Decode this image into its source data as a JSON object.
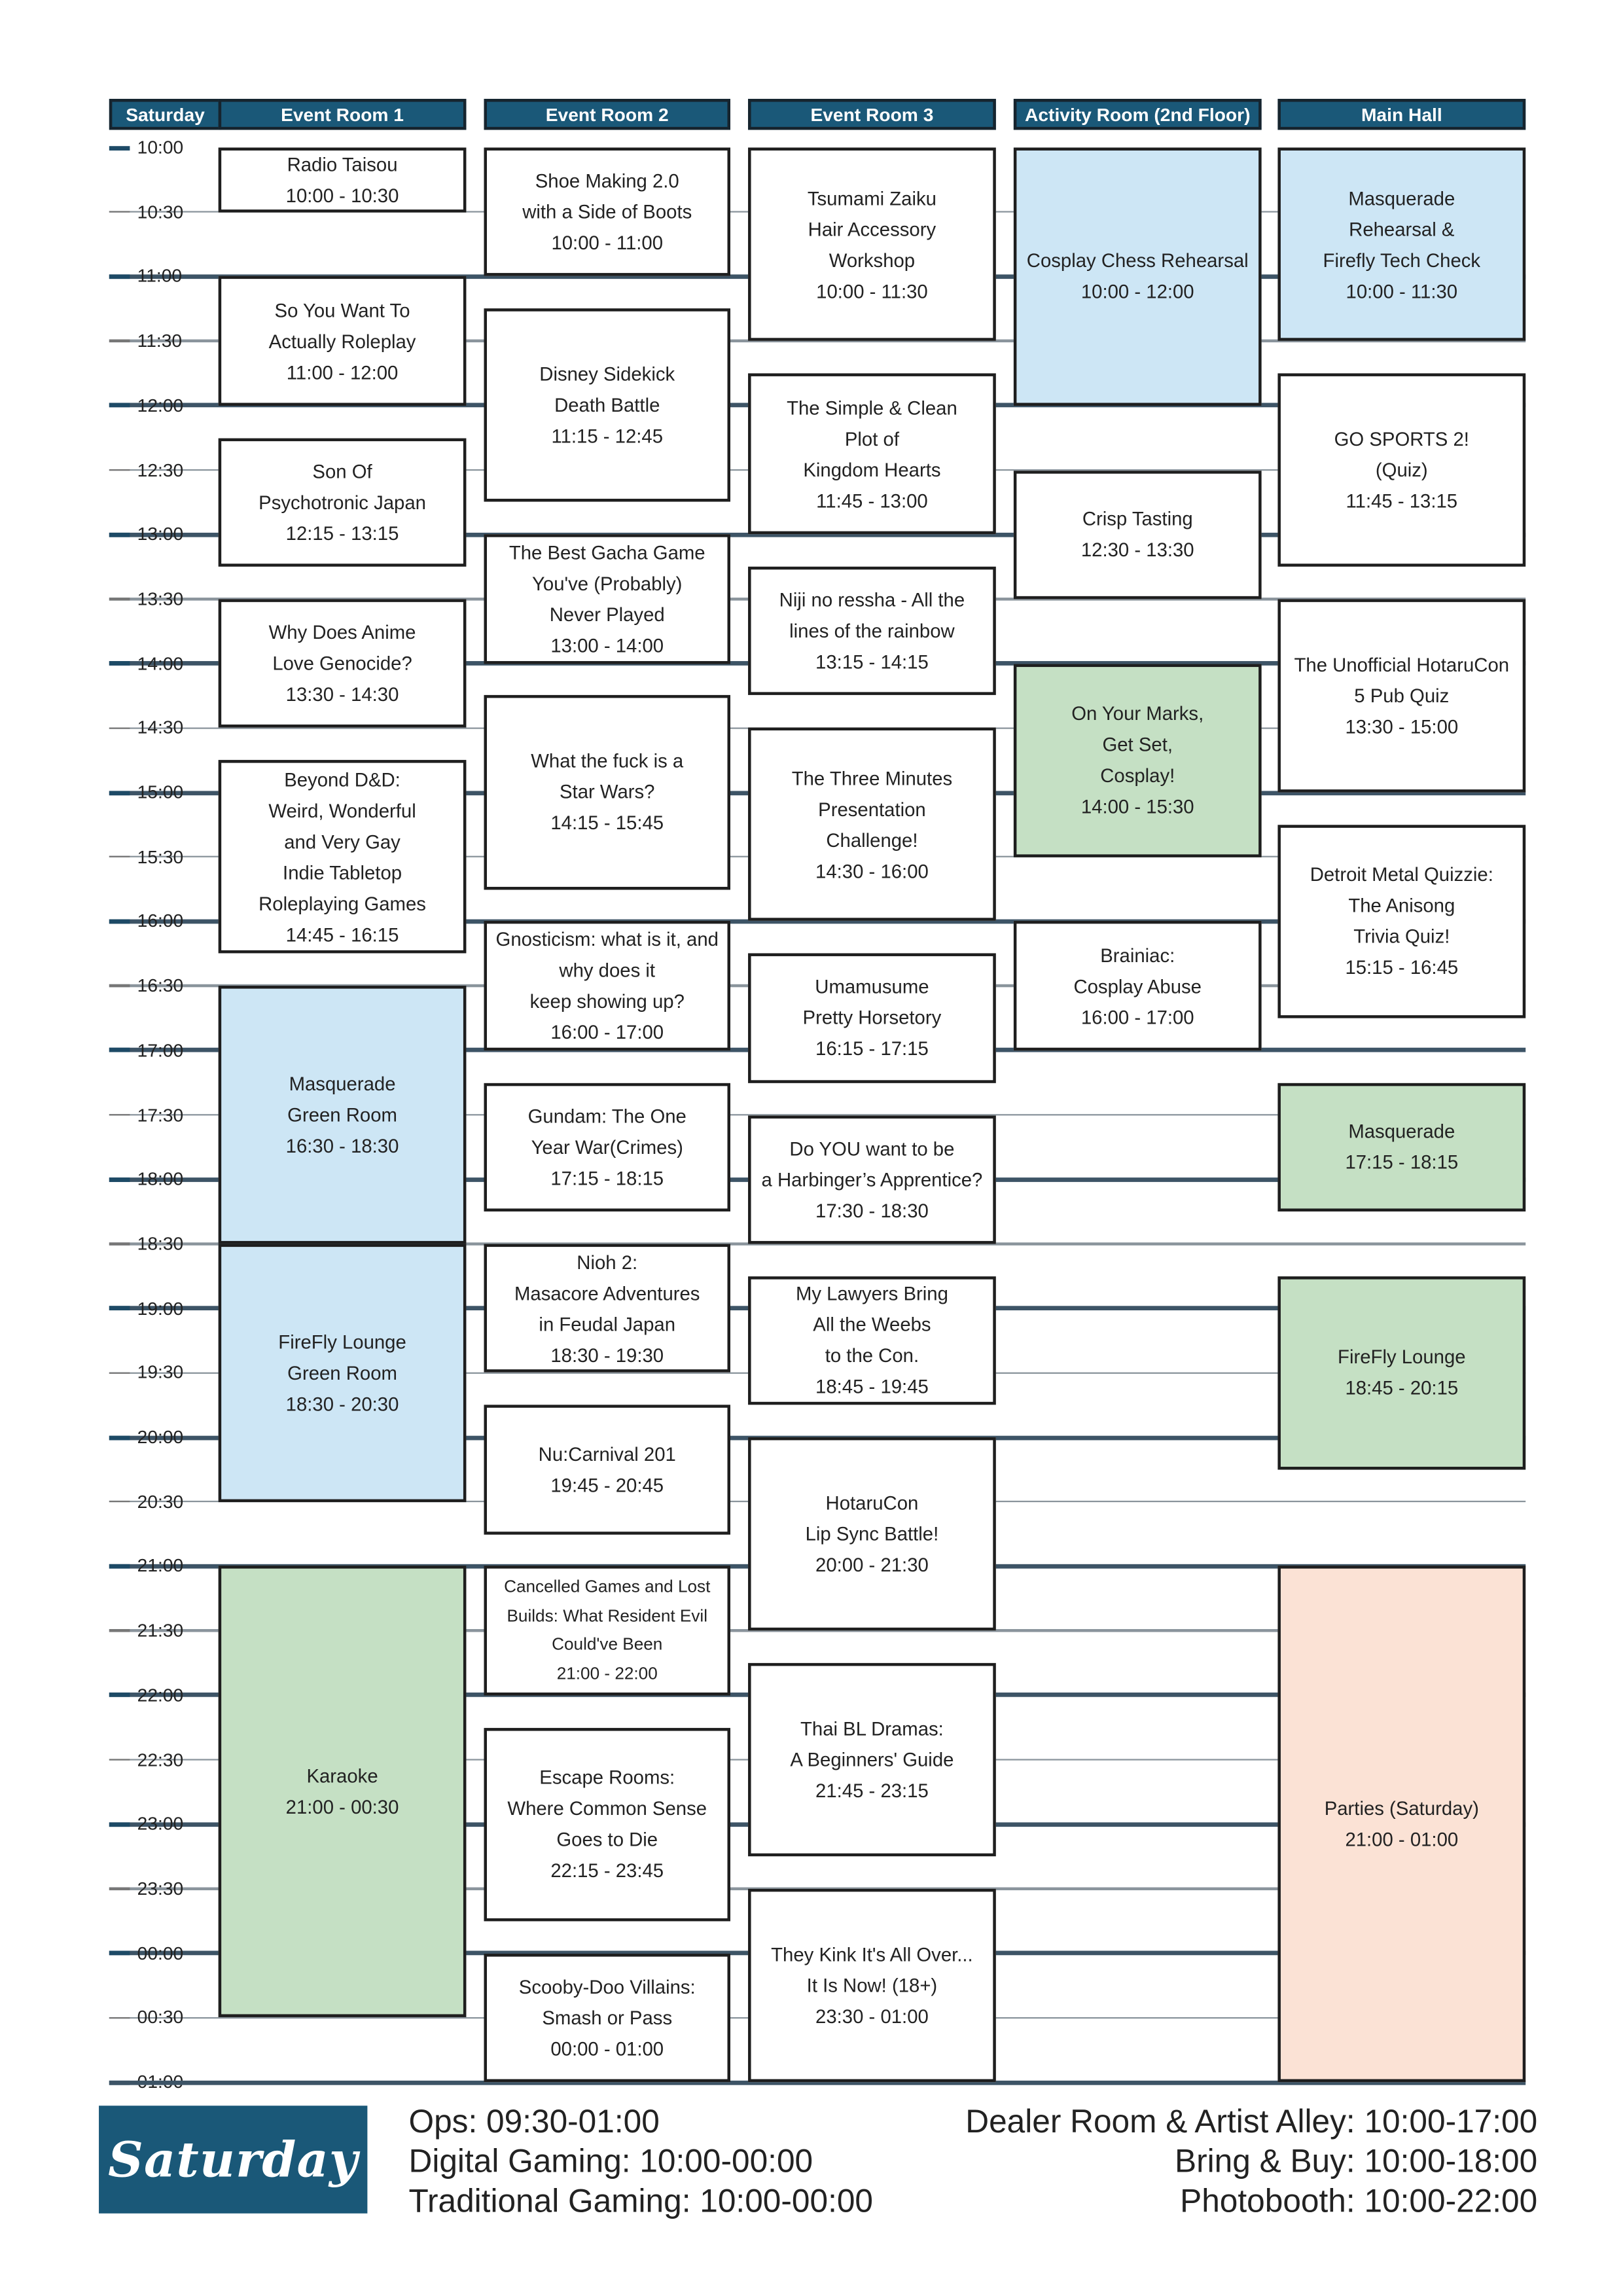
{
  "day_label": "Saturday",
  "rooms": [
    "Event Room 1",
    "Event Room 2",
    "Event Room 3",
    "Activity Room (2nd Floor)",
    "Main Hall"
  ],
  "times": [
    "10:00",
    "10:30",
    "11:00",
    "11:30",
    "12:00",
    "12:30",
    "13:00",
    "13:30",
    "14:00",
    "14:30",
    "15:00",
    "15:30",
    "16:00",
    "16:30",
    "17:00",
    "17:30",
    "18:00",
    "18:30",
    "19:00",
    "19:30",
    "20:00",
    "20:30",
    "21:00",
    "21:30",
    "22:00",
    "22:30",
    "23:00",
    "23:30",
    "00:00",
    "00:30",
    "01:00"
  ],
  "events": [
    {
      "room": 0,
      "start": "10:00",
      "end": "10:30",
      "lines": [
        "Radio Taisou",
        "10:00 - 10:30"
      ]
    },
    {
      "room": 0,
      "start": "11:00",
      "end": "12:00",
      "lines": [
        "So You Want To",
        "Actually Roleplay",
        "11:00 - 12:00"
      ]
    },
    {
      "room": 0,
      "start": "12:15",
      "end": "13:15",
      "lines": [
        "Son Of",
        "Psychotronic Japan",
        "12:15 - 13:15"
      ]
    },
    {
      "room": 0,
      "start": "13:30",
      "end": "14:30",
      "lines": [
        "Why Does Anime",
        "Love Genocide?",
        "13:30 - 14:30"
      ]
    },
    {
      "room": 0,
      "start": "14:45",
      "end": "16:15",
      "lines": [
        "Beyond D&D:",
        "Weird, Wonderful",
        "and Very Gay",
        "Indie Tabletop",
        "Roleplaying Games",
        "14:45 - 16:15"
      ]
    },
    {
      "room": 0,
      "start": "16:30",
      "end": "18:30",
      "color": "blue",
      "lines": [
        "Masquerade",
        "Green Room",
        "16:30 - 18:30"
      ]
    },
    {
      "room": 0,
      "start": "18:30",
      "end": "20:30",
      "color": "blue",
      "lines": [
        "FireFly Lounge",
        "Green Room",
        "18:30 - 20:30"
      ]
    },
    {
      "room": 0,
      "start": "21:00",
      "end": "00:30",
      "color": "green",
      "lines": [
        "Karaoke",
        "21:00 - 00:30"
      ]
    },
    {
      "room": 1,
      "start": "10:00",
      "end": "11:00",
      "lines": [
        "Shoe Making 2.0",
        "with a Side of Boots",
        "10:00 - 11:00"
      ]
    },
    {
      "room": 1,
      "start": "11:15",
      "end": "12:45",
      "lines": [
        "Disney Sidekick",
        "Death Battle",
        "11:15 - 12:45"
      ]
    },
    {
      "room": 1,
      "start": "13:00",
      "end": "14:00",
      "lines": [
        "The Best Gacha Game",
        "You've (Probably)",
        "Never Played",
        "13:00 - 14:00"
      ]
    },
    {
      "room": 1,
      "start": "14:15",
      "end": "15:45",
      "lines": [
        "What the fuck is a",
        "Star Wars?",
        "14:15 - 15:45"
      ]
    },
    {
      "room": 1,
      "start": "16:00",
      "end": "17:00",
      "lines": [
        "Gnosticism: what is it, and",
        "why does it",
        "keep showing up?",
        "16:00 - 17:00"
      ]
    },
    {
      "room": 1,
      "start": "17:15",
      "end": "18:15",
      "lines": [
        "Gundam: The One",
        "Year War(Crimes)",
        "17:15 - 18:15"
      ]
    },
    {
      "room": 1,
      "start": "18:30",
      "end": "19:30",
      "lines": [
        "Nioh 2:",
        "Masacore Adventures",
        "in Feudal Japan",
        "18:30 - 19:30"
      ]
    },
    {
      "room": 1,
      "start": "19:45",
      "end": "20:45",
      "lines": [
        "Nu:Carnival 201",
        "19:45 - 20:45"
      ]
    },
    {
      "room": 1,
      "start": "21:00",
      "end": "22:00",
      "small": true,
      "lines": [
        "Cancelled Games and Lost",
        "Builds: What Resident Evil",
        "Could've Been",
        "21:00 - 22:00"
      ]
    },
    {
      "room": 1,
      "start": "22:15",
      "end": "23:45",
      "lines": [
        "Escape Rooms:",
        "Where Common Sense",
        "Goes to Die",
        "22:15 - 23:45"
      ]
    },
    {
      "room": 1,
      "start": "00:00",
      "end": "01:00",
      "lines": [
        "Scooby-Doo Villains:",
        "Smash or Pass",
        "00:00 - 01:00"
      ]
    },
    {
      "room": 2,
      "start": "10:00",
      "end": "11:30",
      "lines": [
        "Tsumami Zaiku",
        "Hair Accessory",
        "Workshop",
        "10:00 - 11:30"
      ]
    },
    {
      "room": 2,
      "start": "11:45",
      "end": "13:00",
      "lines": [
        "The Simple & Clean",
        "Plot of",
        "Kingdom Hearts",
        "11:45 - 13:00"
      ]
    },
    {
      "room": 2,
      "start": "13:15",
      "end": "14:15",
      "lines": [
        "Niji no ressha - All the",
        "lines of the rainbow",
        "13:15 - 14:15"
      ]
    },
    {
      "room": 2,
      "start": "14:30",
      "end": "16:00",
      "lines": [
        "The Three Minutes",
        "Presentation",
        "Challenge!",
        "14:30 - 16:00"
      ]
    },
    {
      "room": 2,
      "start": "16:15",
      "end": "17:15",
      "lines": [
        "Umamusume",
        "Pretty Horsetory",
        "16:15 - 17:15"
      ]
    },
    {
      "room": 2,
      "start": "17:30",
      "end": "18:30",
      "lines": [
        "Do YOU want to be",
        "a Harbinger’s Apprentice?",
        "17:30 - 18:30"
      ]
    },
    {
      "room": 2,
      "start": "18:45",
      "end": "19:45",
      "lines": [
        "My Lawyers Bring",
        "All the Weebs",
        "to the Con.",
        "18:45 - 19:45"
      ]
    },
    {
      "room": 2,
      "start": "20:00",
      "end": "21:30",
      "lines": [
        "HotaruCon",
        "Lip Sync Battle!",
        "20:00 - 21:30"
      ]
    },
    {
      "room": 2,
      "start": "21:45",
      "end": "23:15",
      "lines": [
        "Thai BL Dramas:",
        "A Beginners' Guide",
        "21:45 - 23:15"
      ]
    },
    {
      "room": 2,
      "start": "23:30",
      "end": "01:00",
      "lines": [
        "They Kink It's All Over...",
        "It Is Now! (18+)",
        "23:30 - 01:00"
      ]
    },
    {
      "room": 3,
      "start": "10:00",
      "end": "12:00",
      "color": "blue",
      "lines": [
        "Cosplay Chess Rehearsal",
        "10:00 - 12:00"
      ]
    },
    {
      "room": 3,
      "start": "12:30",
      "end": "13:30",
      "lines": [
        "Crisp Tasting",
        "12:30 - 13:30"
      ]
    },
    {
      "room": 3,
      "start": "14:00",
      "end": "15:30",
      "color": "green",
      "lines": [
        "On Your Marks,",
        "Get Set,",
        "Cosplay!",
        "14:00 - 15:30"
      ]
    },
    {
      "room": 3,
      "start": "16:00",
      "end": "17:00",
      "lines": [
        "Brainiac:",
        "Cosplay Abuse",
        "16:00 - 17:00"
      ]
    },
    {
      "room": 4,
      "start": "10:00",
      "end": "11:30",
      "color": "blue",
      "lines": [
        "Masquerade",
        "Rehearsal &",
        "Firefly Tech Check",
        "10:00 - 11:30"
      ]
    },
    {
      "room": 4,
      "start": "11:45",
      "end": "13:15",
      "lines": [
        "GO SPORTS 2!",
        "(Quiz)",
        "11:45 - 13:15"
      ]
    },
    {
      "room": 4,
      "start": "13:30",
      "end": "15:00",
      "lines": [
        "The Unofficial HotaruCon",
        "5 Pub Quiz",
        "13:30 - 15:00"
      ]
    },
    {
      "room": 4,
      "start": "15:15",
      "end": "16:45",
      "lines": [
        "Detroit Metal Quizzie:",
        "The Anisong",
        "Trivia Quiz!",
        "15:15 - 16:45"
      ]
    },
    {
      "room": 4,
      "start": "17:15",
      "end": "18:15",
      "color": "green",
      "lines": [
        "Masquerade",
        "17:15 - 18:15"
      ]
    },
    {
      "room": 4,
      "start": "18:45",
      "end": "20:15",
      "color": "green",
      "lines": [
        "FireFly Lounge",
        "18:45 - 20:15"
      ]
    },
    {
      "room": 4,
      "start": "21:00",
      "end": "01:00",
      "color": "peach",
      "lines": [
        "Parties (Saturday)",
        "21:00 - 01:00"
      ]
    }
  ],
  "footer": {
    "logo": "Saturday",
    "left": [
      "Ops: 09:30-01:00",
      "Digital Gaming: 10:00-00:00",
      "Traditional Gaming: 10:00-00:00"
    ],
    "right": [
      "Dealer Room & Artist Alley: 10:00-17:00",
      "Bring & Buy: 10:00-18:00",
      "Photobooth: 10:00-22:00"
    ]
  },
  "colors": {
    "header": "#1a5878",
    "blue": "#cde6f5",
    "green": "#c5e0c4",
    "peach": "#fbe2d5"
  }
}
